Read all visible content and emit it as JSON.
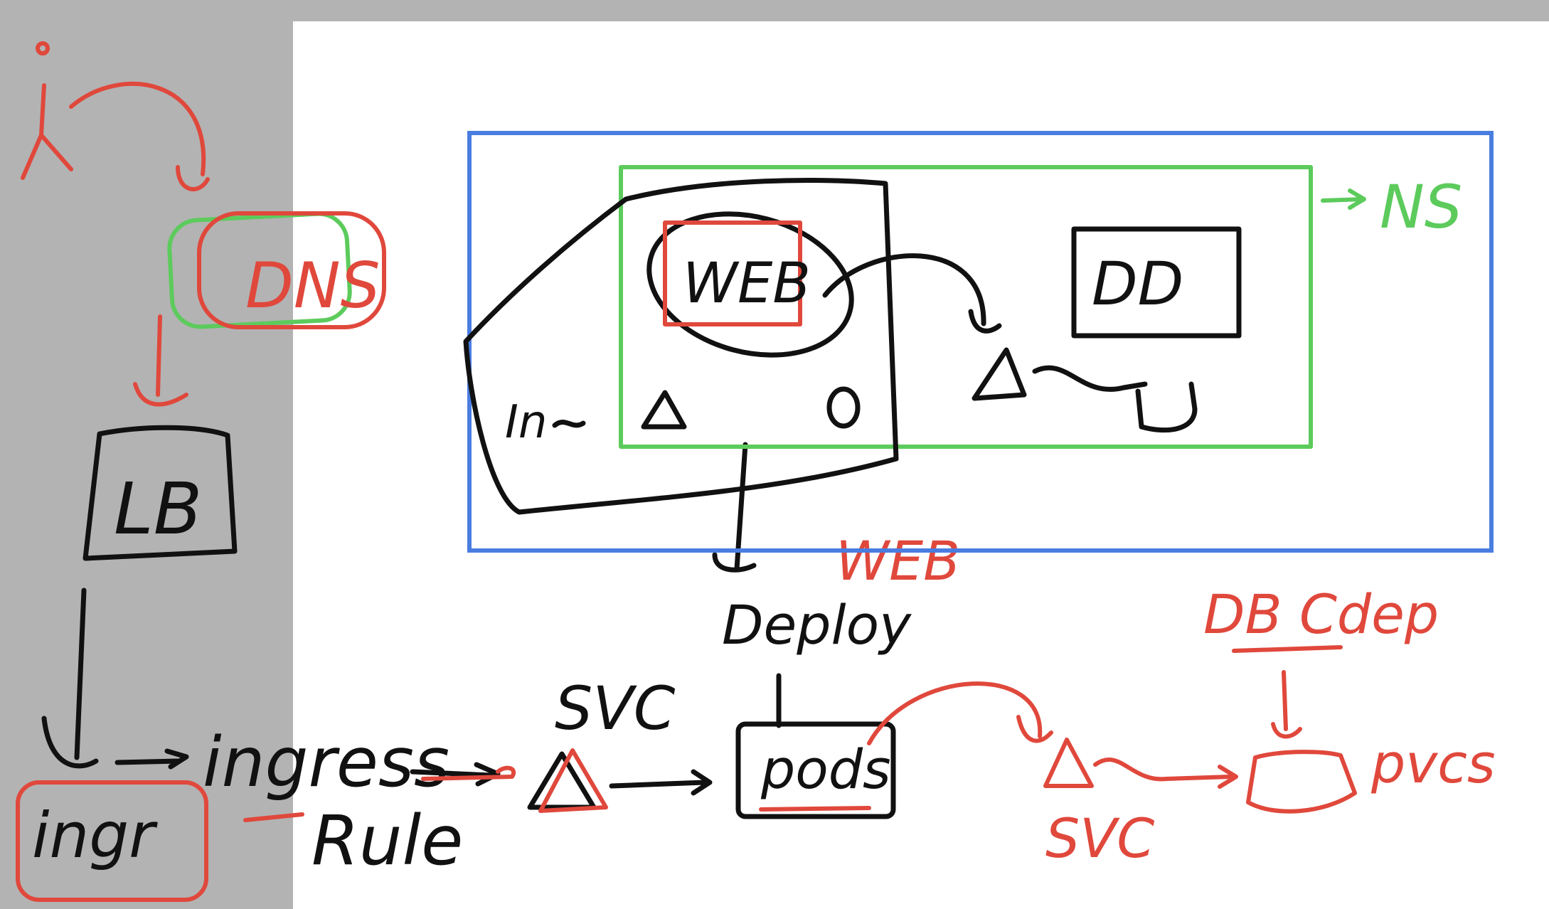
{
  "colors": {
    "page_bg": "#b3b3b3",
    "board_bg": "#ffffff",
    "ink_black": "#111111",
    "ink_red": "#e0483c",
    "ink_green": "#5ccb5c",
    "ink_blue": "#4a7de0"
  },
  "labels": {
    "dns": "DNS",
    "lb": "LB",
    "ingress": "ingress",
    "ingress_rule": "Rule",
    "ingr": "ingr",
    "web": "WEB",
    "dd": "DD",
    "ns": "NS",
    "in": "In",
    "deploy": "Deploy",
    "svc_top": "SVC",
    "pods": "pods",
    "web_red": "WEB",
    "db_deploy": "DB Cdep",
    "svc_red": "SVC",
    "pvcs": "pvcs"
  },
  "icons": [
    "person-icon",
    "triangle-service-icon",
    "circle-pod-icon",
    "storage-cylinder-icon"
  ]
}
